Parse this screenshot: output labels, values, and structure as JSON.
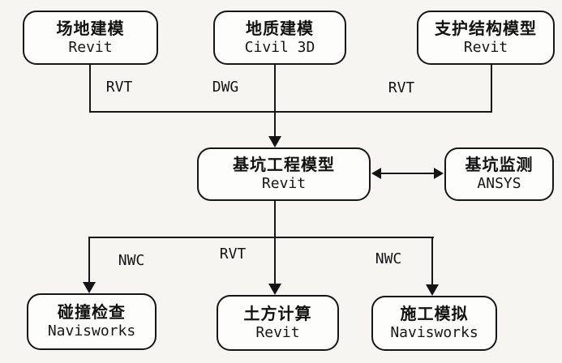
{
  "diagram": {
    "title_hint": "BIM foundation-pit modeling workflow",
    "colors": {
      "background": "#f6f5f2",
      "line": "#161616",
      "box_fill": "#fdfdfc",
      "text": "#111111"
    },
    "nodes": {
      "site": {
        "title": "场地建模",
        "tool": "Revit"
      },
      "geology": {
        "title": "地质建模",
        "tool": "Civil 3D"
      },
      "support": {
        "title": "支护结构模型",
        "tool": "Revit"
      },
      "pit": {
        "title": "基坑工程模型",
        "tool": "Revit"
      },
      "monitor": {
        "title": "基坑监测",
        "tool": "ANSYS"
      },
      "clash": {
        "title": "碰撞检查",
        "tool": "Navisworks"
      },
      "earthwork": {
        "title": "土方计算",
        "tool": "Revit"
      },
      "construction": {
        "title": "施工模拟",
        "tool": "Navisworks"
      }
    },
    "edge_labels": {
      "rvt_top_left": "RVT",
      "dwg_top_mid": "DWG",
      "rvt_top_right": "RVT",
      "nwc_bottom_left": "NWC",
      "rvt_bottom_mid": "RVT",
      "nwc_bottom_right": "NWC"
    }
  }
}
